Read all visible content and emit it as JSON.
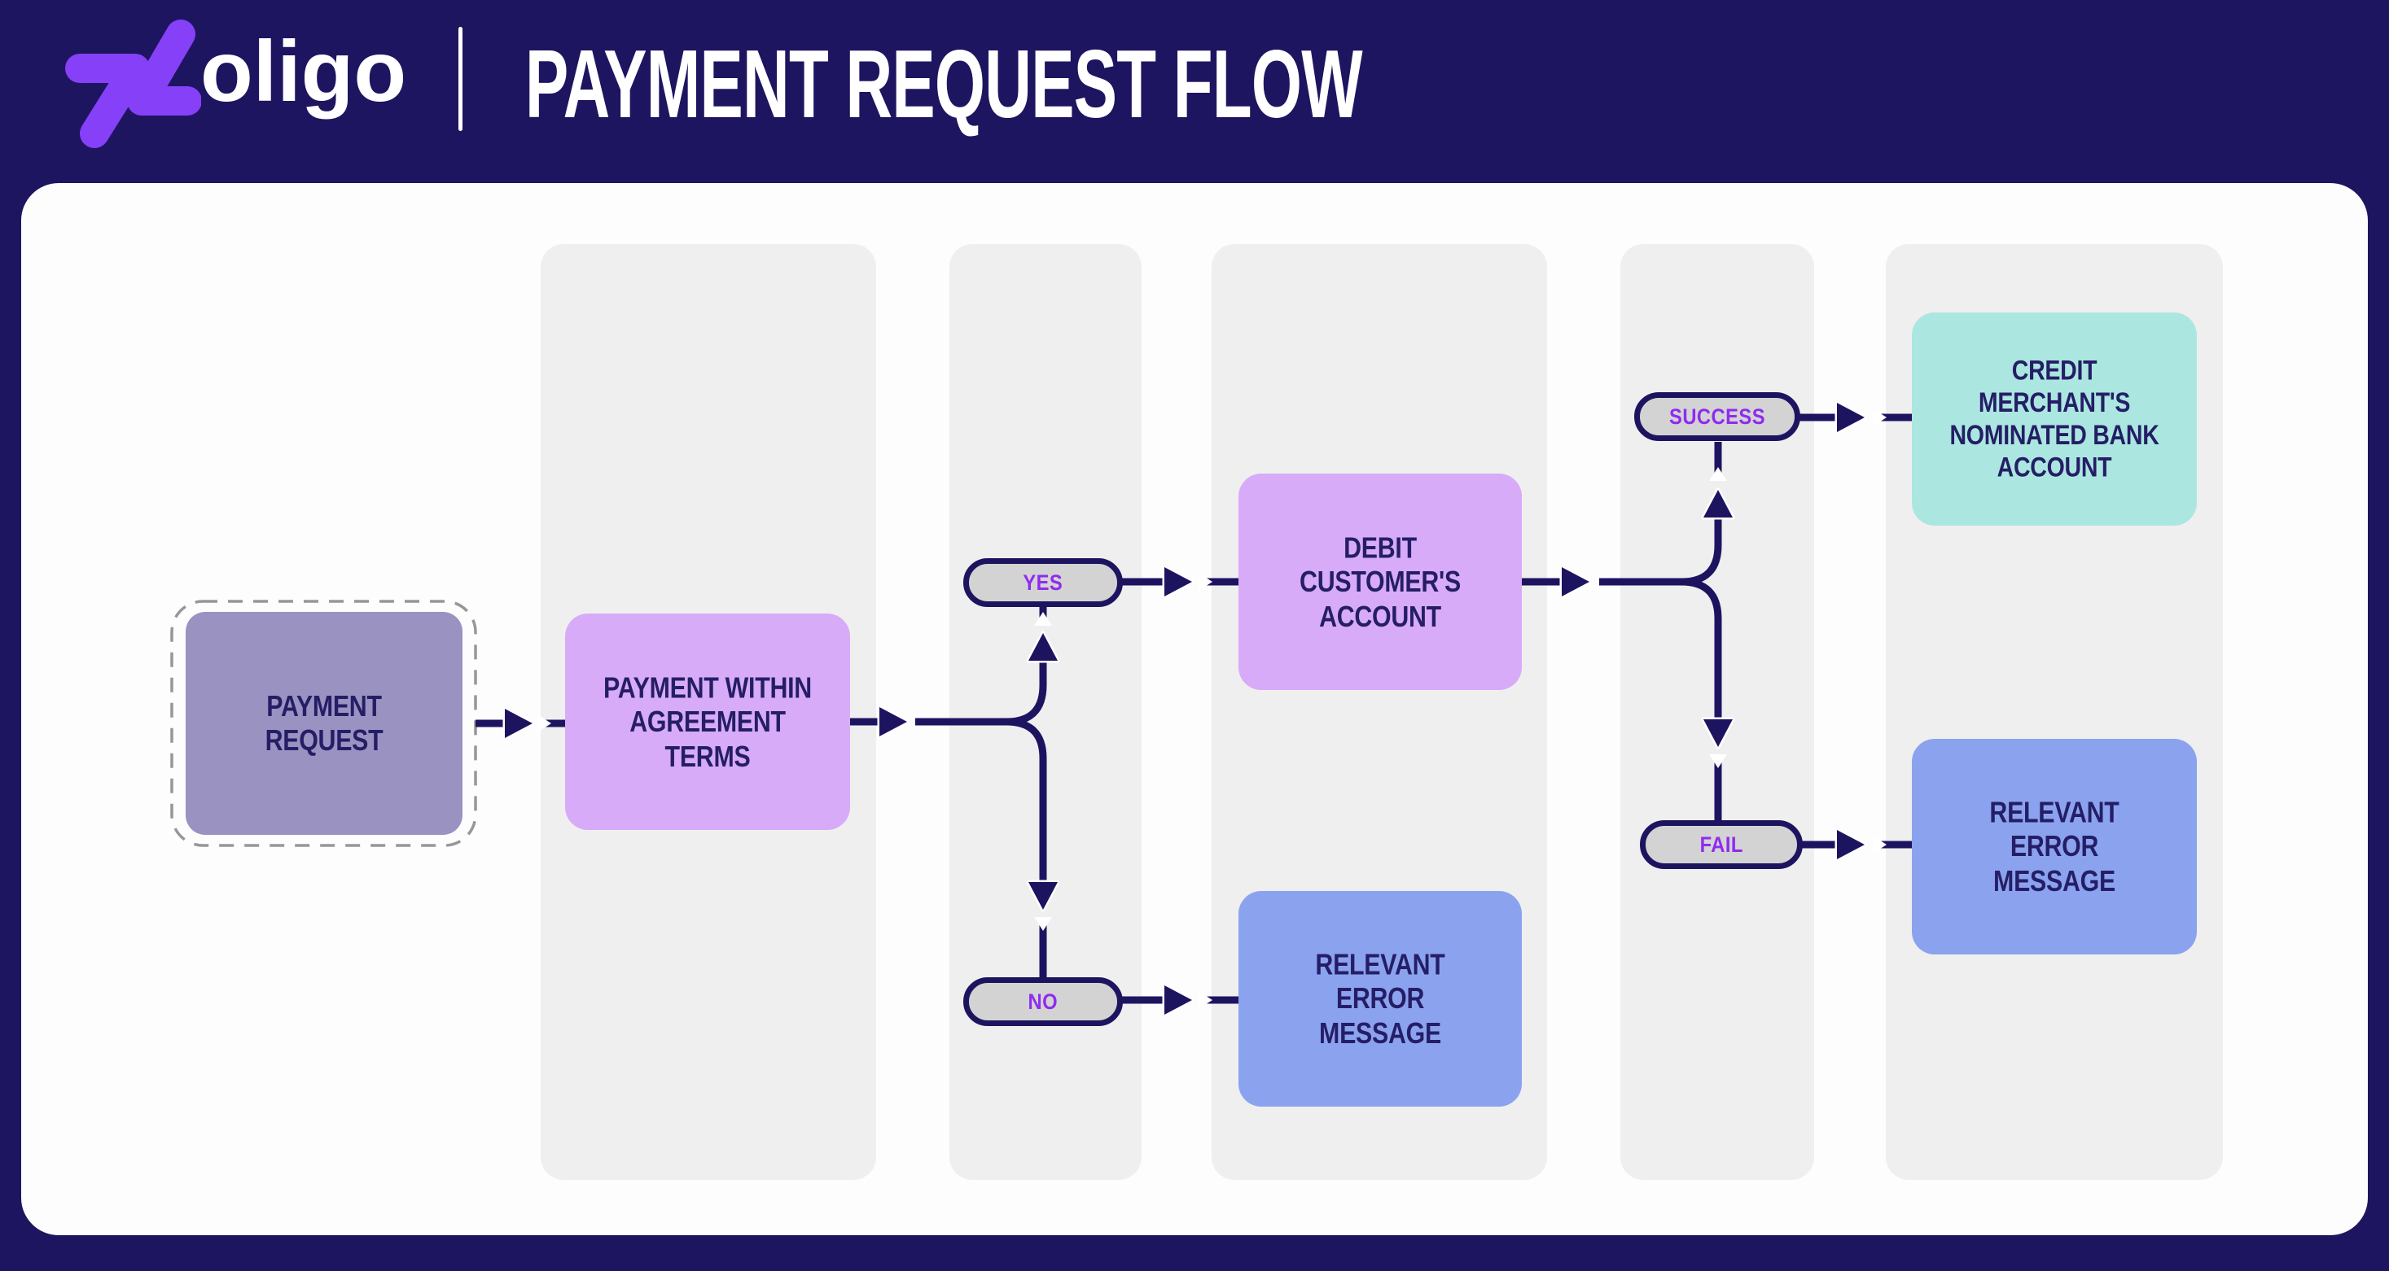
{
  "header": {
    "brand": "oligo",
    "title": "PAYMENT REQUEST FLOW"
  },
  "flow": {
    "nodes": [
      {
        "id": "payment-request",
        "label": "PAYMENT REQUEST",
        "color": "#9a92c1",
        "style": "dashed-outline-start"
      },
      {
        "id": "agreement-terms",
        "label": "PAYMENT WITHIN AGREEMENT TERMS",
        "color": "#d7abf8"
      },
      {
        "id": "debit-account",
        "label": "DEBIT CUSTOMER'S ACCOUNT",
        "color": "#d7abf8"
      },
      {
        "id": "error-message-no",
        "label": "RELEVANT ERROR MESSAGE",
        "color": "#8ba3ef"
      },
      {
        "id": "credit-merchant",
        "label": "CREDIT MERCHANT'S NOMINATED BANK ACCOUNT",
        "color": "#abe7e0"
      },
      {
        "id": "error-message-fail",
        "label": "RELEVANT ERROR MESSAGE",
        "color": "#8ba3ef"
      }
    ],
    "edges": [
      {
        "from": "payment-request",
        "to": "agreement-terms",
        "label": ""
      },
      {
        "from": "agreement-terms",
        "to": "debit-account",
        "label": "YES"
      },
      {
        "from": "agreement-terms",
        "to": "error-message-no",
        "label": "NO"
      },
      {
        "from": "debit-account",
        "to": "credit-merchant",
        "label": "SUCCESS"
      },
      {
        "from": "debit-account",
        "to": "error-message-fail",
        "label": "FAIL"
      }
    ]
  },
  "colors": {
    "background_navy": "#1e1560",
    "line_navy": "#1d1460",
    "brand_purple": "#8640f8",
    "pill_fill": "#d3d3d3",
    "pill_text_purple": "#8f2bf0",
    "node_text_navy": "#251e66",
    "canvas_white": "#fdfdfd",
    "column_band_gray": "#efefef"
  }
}
